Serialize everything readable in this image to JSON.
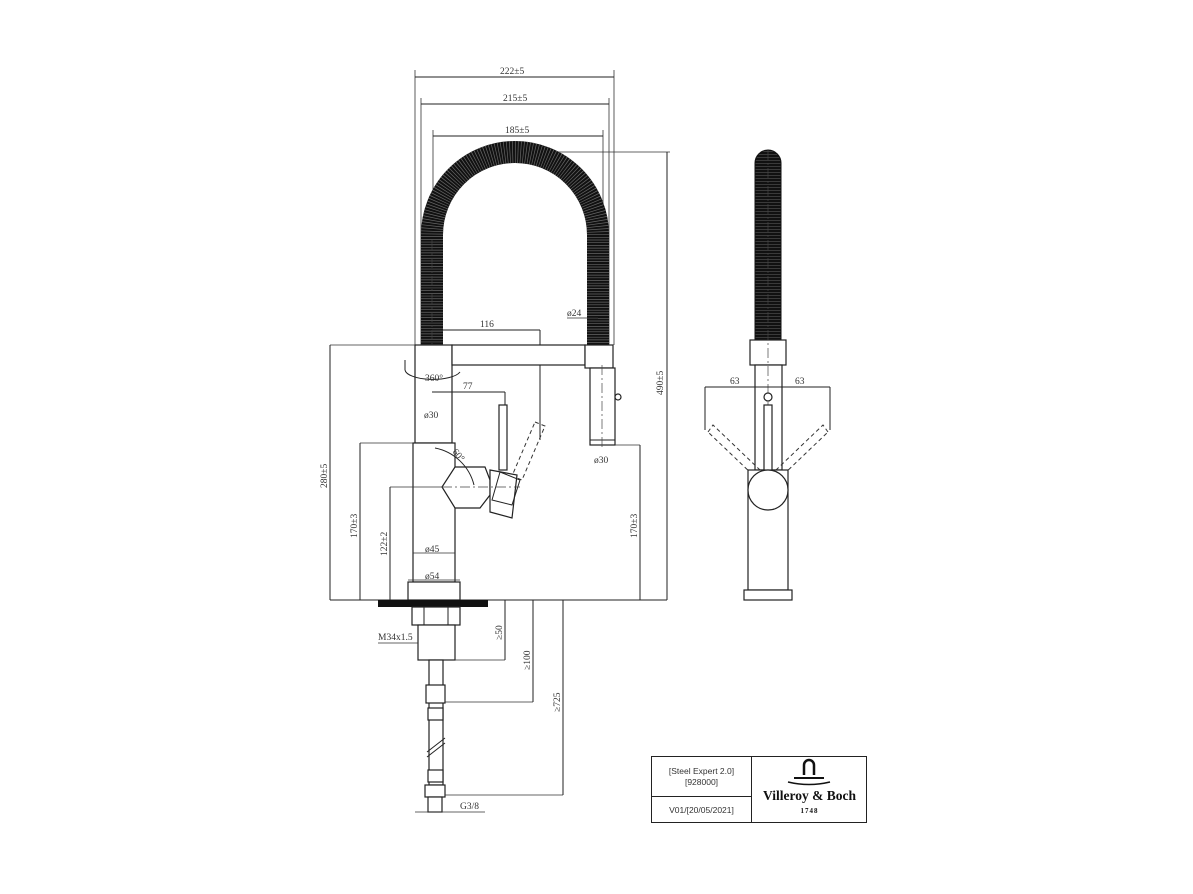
{
  "dimensions": {
    "width_total": "222±5",
    "width_mid": "215±5",
    "width_inner": "185±5",
    "height_total": "490±5",
    "hose_dia": "ø24",
    "reach": "116",
    "rotation": "360°",
    "handle_offset": "77",
    "tube_dia": "ø30",
    "handle_angle": "60°",
    "spray_dia": "ø30",
    "spout_height": "280±5",
    "body_height_left": "170±3",
    "handle_height": "122±2",
    "body_dia": "ø45",
    "base_dia": "ø54",
    "body_height_right": "170±3",
    "thread": "M34x1.5",
    "min_50": "≥50",
    "min_100": "≥100",
    "min_725": "≥725",
    "connection": "G3/8",
    "lever_left": "63",
    "lever_right": "63"
  },
  "title_block": {
    "product": "[Steel Expert 2.0]",
    "article": "[928000]",
    "version": "V01/[20/05/2021]",
    "brand": "Villeroy & Boch",
    "year": "1748"
  }
}
